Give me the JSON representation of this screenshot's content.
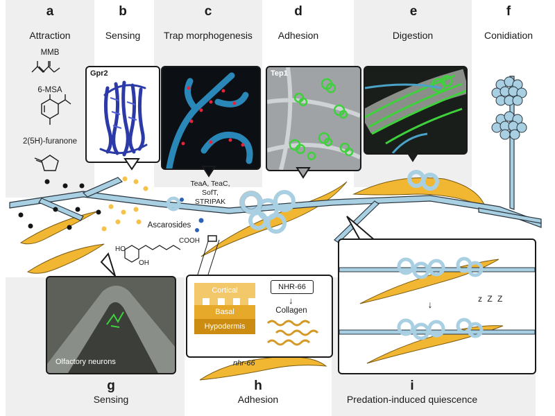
{
  "panels": [
    {
      "letter": "a",
      "title": "Attraction"
    },
    {
      "letter": "b",
      "title": "Sensing"
    },
    {
      "letter": "c",
      "title": "Trap morphogenesis"
    },
    {
      "letter": "d",
      "title": "Adhesion"
    },
    {
      "letter": "e",
      "title": "Digestion"
    },
    {
      "letter": "f",
      "title": "Conidiation"
    },
    {
      "letter": "g",
      "title": "Sensing"
    },
    {
      "letter": "h",
      "title": "Adhesion"
    },
    {
      "letter": "i",
      "title": "Predation-induced quiescence"
    }
  ],
  "molecules": [
    "MMB",
    "6-MSA",
    "2(5H)-furanone"
  ],
  "insets": {
    "gpr2": "Gpr2",
    "tep1": "Tep1",
    "olfactory": "Olfactory neurons"
  },
  "labels": {
    "trap_genes": [
      "TeaA, TeaC,",
      "SofT,",
      "STRIPAK"
    ],
    "ascarosides": "Ascarosides",
    "cooh": "COOH",
    "ho": "HO",
    "oh": "OH",
    "cortical": "Cortical",
    "basal": "Basal",
    "hypodermis": "Hypodermis",
    "nhr66_box": "NHR-66",
    "collagen": "Collagen",
    "nhr66_gene": "nhr-66",
    "sleep": "z Z Z"
  },
  "colors": {
    "hypha": "#a9cfe2",
    "hypha_stroke": "#28343d",
    "worm": "#f2b732",
    "panel_bg": "#efefef",
    "fluor_green": "#3ed13b",
    "fluor_red": "#e8243a"
  }
}
